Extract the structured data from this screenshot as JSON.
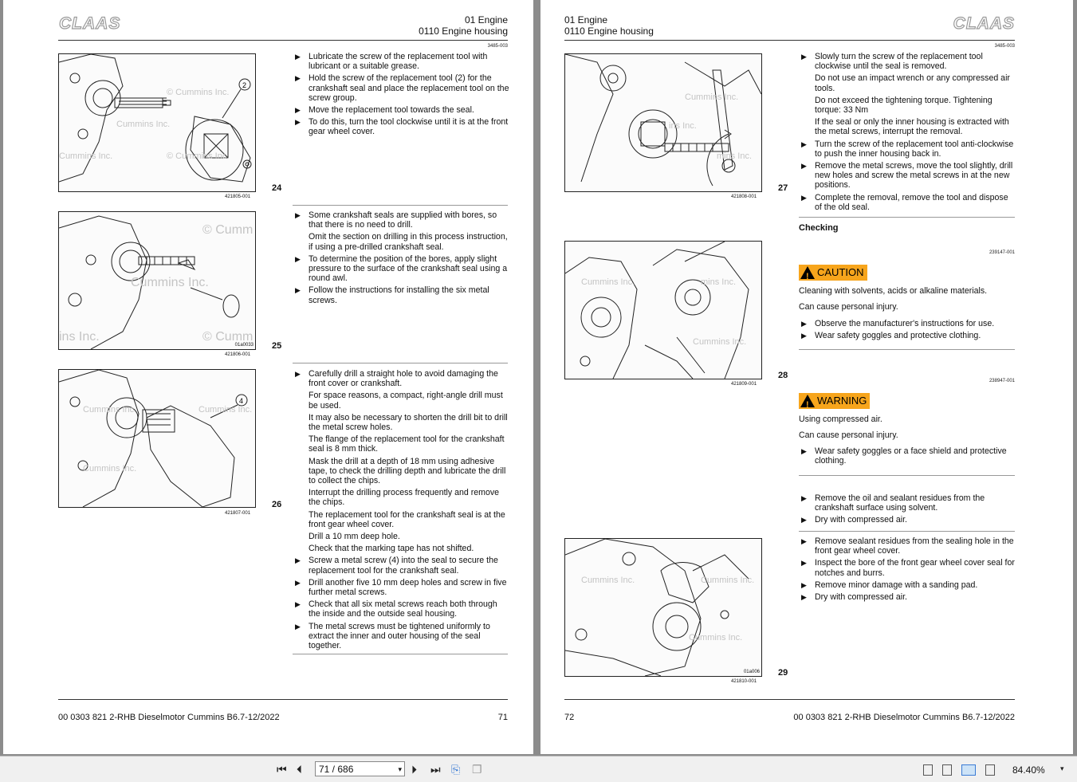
{
  "left_page": {
    "logo": "CLAAS",
    "header_line1": "01 Engine",
    "header_line2": "0110 Engine housing",
    "code": "3485-003",
    "figures": [
      {
        "number": "24",
        "id": "421805-001",
        "callout": "2",
        "wm1": "© Cummins Inc.",
        "wm2": "Cummins Inc.",
        "wm3": "Cummins Inc.",
        "wm4": "© Cummins Inc."
      },
      {
        "number": "25",
        "id": "421806-001",
        "inner_id": "01a0033",
        "wm1": "© Cumm",
        "wm2": "Cummins Inc.",
        "wm3": "ins Inc.",
        "wm4": "© Cumm"
      },
      {
        "number": "26",
        "id": "421807-001",
        "callout": "4",
        "wm1": "Cummins Inc.",
        "wm2": "Cummins Inc.",
        "wm3": "Cummins Inc."
      }
    ],
    "block1": [
      {
        "t": "b",
        "s": "Lubricate the screw of the replacement tool with lubricant or a suitable grease."
      },
      {
        "t": "b",
        "s": "Hold the screw of the replacement tool (2) for the crankshaft seal and place the replacement tool on the screw group."
      },
      {
        "t": "b",
        "s": "Move the replacement tool towards the seal."
      },
      {
        "t": "b",
        "s": "To do this, turn the tool clockwise until it is at the front gear wheel cover."
      }
    ],
    "block2": [
      {
        "t": "b",
        "s": "Some crankshaft seals are supplied with bores, so that there is no need to drill."
      },
      {
        "t": "p",
        "s": "Omit the section on drilling in this process instruction, if using a pre-drilled crankshaft seal."
      },
      {
        "t": "b",
        "s": "To determine the position of the bores, apply slight pressure to the surface of the crankshaft seal using a round awl."
      },
      {
        "t": "b",
        "s": "Follow the instructions for installing the six metal screws."
      }
    ],
    "block3": [
      {
        "t": "b",
        "s": "Carefully drill a straight hole to avoid damaging the front cover or crankshaft."
      },
      {
        "t": "p",
        "s": "For space reasons, a compact, right-angle drill must be used."
      },
      {
        "t": "p",
        "s": "It may also be necessary to shorten the drill bit to drill the metal screw holes."
      },
      {
        "t": "p",
        "s": "The flange of the replacement tool for the crankshaft seal is 8 mm thick."
      },
      {
        "t": "p",
        "s": "Mask the drill at a depth of 18 mm using adhesive tape, to check the drilling depth and lubricate the drill to collect the chips."
      },
      {
        "t": "p",
        "s": "Interrupt the drilling process frequently and remove the chips."
      },
      {
        "t": "p",
        "s": "The replacement tool for the crankshaft seal is at the front gear wheel cover."
      },
      {
        "t": "p",
        "s": "Drill a 10 mm deep hole."
      },
      {
        "t": "p",
        "s": "Check that the marking tape has not shifted."
      },
      {
        "t": "b",
        "s": "Screw a metal screw (4) into the seal to secure the replacement tool for the crankshaft seal."
      },
      {
        "t": "b",
        "s": "Drill another five 10 mm deep holes and screw in five further metal screws."
      },
      {
        "t": "b",
        "s": "Check that all six metal screws reach both through the inside and the outside seal housing."
      },
      {
        "t": "b",
        "s": "The metal screws must be tightened uniformly to extract the inner and outer housing of the seal together."
      }
    ],
    "footer_doc": "00 0303 821 2-RHB Dieselmotor Cummins B6.7-12/2022",
    "footer_page": "71"
  },
  "right_page": {
    "logo": "CLAAS",
    "header_line1": "01 Engine",
    "header_line2": "0110 Engine housing",
    "code": "3485-003",
    "figures": [
      {
        "number": "27",
        "id": "421808-001",
        "wm1": "Cummins Inc.",
        "wm2": "ins Inc.",
        "wm3": "mins Inc."
      },
      {
        "number": "28",
        "id": "421809-001",
        "wm1": "Cummins Inc.",
        "wm2": "mins Inc.",
        "wm3": "Cummins Inc."
      },
      {
        "number": "29",
        "id": "421810-001",
        "inner_id": "01a006",
        "wm1": "Cummins Inc.",
        "wm2": "Cummins Inc.",
        "wm3": "Cummins Inc."
      }
    ],
    "block1": [
      {
        "t": "b",
        "s": "Slowly turn the screw of the replacement tool clockwise until the seal is removed."
      },
      {
        "t": "p",
        "s": "Do not use an impact wrench or any compressed air tools."
      },
      {
        "t": "p",
        "s": "Do not exceed the tightening torque. Tightening torque: 33 Nm"
      },
      {
        "t": "p",
        "s": "If the seal or only the inner housing is extracted with the metal screws, interrupt the removal."
      },
      {
        "t": "b",
        "s": "Turn the screw of the replacement tool anti-clockwise to push the inner housing back in."
      },
      {
        "t": "b",
        "s": "Remove the metal screws, move the tool slightly, drill new holes and screw the metal screws in at the new positions."
      },
      {
        "t": "b",
        "s": "Complete the removal, remove the tool and dispose of the old seal."
      }
    ],
    "checking": "Checking",
    "caution": {
      "code": "239147-001",
      "label": "CAUTION",
      "line1": "Cleaning with solvents, acids or alkaline materials.",
      "line2": "Can cause personal injury.",
      "items": [
        {
          "t": "b",
          "s": "Observe the manufacturer's instructions for use."
        },
        {
          "t": "b",
          "s": "Wear safety goggles and protective clothing."
        }
      ]
    },
    "warning": {
      "code": "238947-001",
      "label": "WARNING",
      "line1": "Using compressed air.",
      "line2": "Can cause personal injury.",
      "items": [
        {
          "t": "b",
          "s": "Wear safety goggles or a face shield and protective clothing."
        }
      ]
    },
    "block2": [
      {
        "t": "b",
        "s": "Remove the oil and sealant residues from the crankshaft surface using solvent."
      },
      {
        "t": "b",
        "s": "Dry with compressed air."
      }
    ],
    "block3": [
      {
        "t": "b",
        "s": "Remove sealant residues from the sealing hole in the front gear wheel cover."
      },
      {
        "t": "b",
        "s": "Inspect the bore of the front gear wheel cover seal for notches and burrs."
      },
      {
        "t": "b",
        "s": "Remove minor damage with a sanding pad."
      },
      {
        "t": "b",
        "s": "Dry with compressed air."
      }
    ],
    "footer_doc": "00 0303 821 2-RHB Dieselmotor Cummins B6.7-12/2022",
    "footer_page": "72"
  },
  "toolbar": {
    "page_indicator": "71 / 686",
    "zoom": "84.40%",
    "icons": [
      "first-page-icon",
      "prev-page-icon",
      "next-page-icon",
      "last-page-icon",
      "rotate-icon",
      "extract-icon"
    ]
  }
}
